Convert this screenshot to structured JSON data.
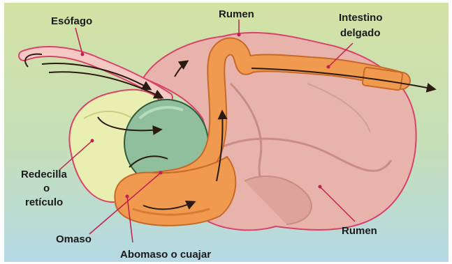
{
  "labels": {
    "esofago": "Esófago",
    "rumen_top": "Rumen",
    "intestino_line1": "Intestino",
    "intestino_line2": "delgado",
    "redecilla_line1": "Redecilla",
    "redecilla_line2": "o",
    "redecilla_line3": "retículo",
    "omaso": "Omaso",
    "abomaso": "Abomaso o cuajar",
    "rumen_bottom": "Rumen"
  },
  "colors": {
    "background_top": "#cfe0a6",
    "background_bottom": "#b9dbe3",
    "rumen_fill": "#e8b3ab",
    "rumen_outline": "#d9436a",
    "reticulum_fill": "#e9efb0",
    "omasum_fill": "#8fbf9c",
    "abomasum_fill": "#ef9a4e",
    "leader_line": "#c21e4e",
    "arrow": "#2a1a12"
  }
}
